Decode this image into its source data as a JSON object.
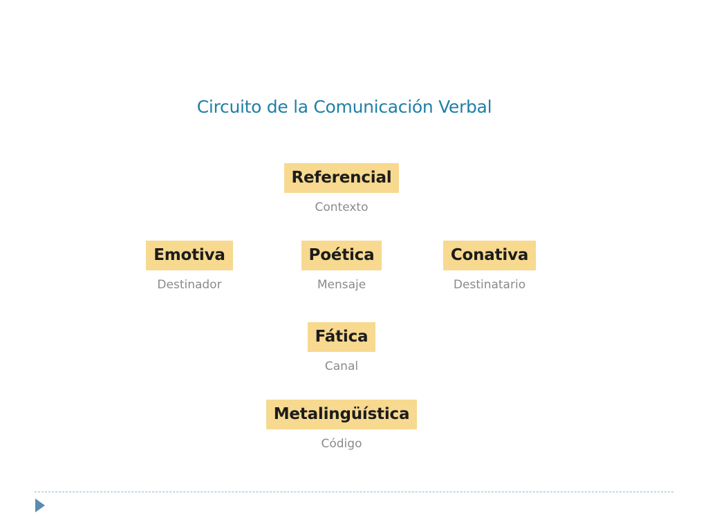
{
  "title": "Circuito de la Comunicación Verbal",
  "nodes": {
    "referencial": {
      "label": "Referencial",
      "sublabel": "Contexto"
    },
    "emotiva": {
      "label": "Emotiva",
      "sublabel": "Destinador"
    },
    "poetica": {
      "label": "Poética",
      "sublabel": "Mensaje"
    },
    "conativa": {
      "label": "Conativa",
      "sublabel": "Destinatario"
    },
    "fatica": {
      "label": "Fática",
      "sublabel": "Canal"
    },
    "metalinguistica": {
      "label": "Metalingüística",
      "sublabel": "Código"
    }
  },
  "colors": {
    "title": "#1f7fa6",
    "box_fill": "#f7d98f",
    "sublabel": "#8a8a8a",
    "divider": "#8fb3cc",
    "bullet": "#5a8bb0"
  },
  "icons": {
    "bullet": "triangle-right-icon"
  }
}
